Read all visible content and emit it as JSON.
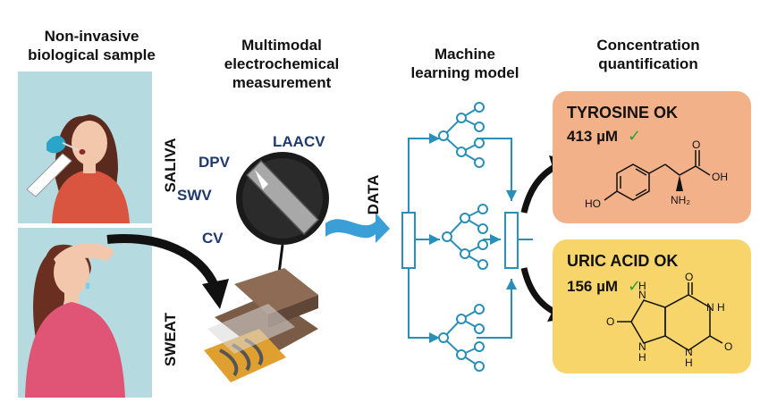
{
  "headers": {
    "col1": "Non-invasive\nbiological sample",
    "col2": "Multimodal\nelectrochemical\nmeasurement",
    "col3": "Machine\nlearning model",
    "col4": "Concentration\nquantification"
  },
  "samples": {
    "saliva": "SALIVA",
    "sweat": "SWEAT"
  },
  "techniques": {
    "dpv": "DPV",
    "swv": "SWV",
    "cv": "CV",
    "laacv": "LAACV"
  },
  "data_label": "DATA",
  "results": {
    "tyrosine": {
      "title": "TYROSINE OK",
      "value": "413 µM",
      "check": "✓",
      "atoms": {
        "o1": "O",
        "oh": "OH",
        "ho": "HO",
        "nh2": "NH₂"
      },
      "color": "#f3b18a"
    },
    "uric_acid": {
      "title": "URIC ACID OK",
      "value": "156 µM",
      "check": "✓",
      "atoms": {
        "o1": "O",
        "o2": "O",
        "o3": "O",
        "h1": "H",
        "h2": "H",
        "h3": "H",
        "h4": "H",
        "n1": "N",
        "n2": "N",
        "n3": "N",
        "n4": "N"
      },
      "color": "#f7d56b"
    }
  },
  "colors": {
    "panel_bg": "#b5dbe0",
    "ml_blue": "#2a8fb8",
    "data_arrow": "#3a9fd6",
    "label_navy": "#1f3a6e",
    "check_green": "#2e9e2e"
  }
}
